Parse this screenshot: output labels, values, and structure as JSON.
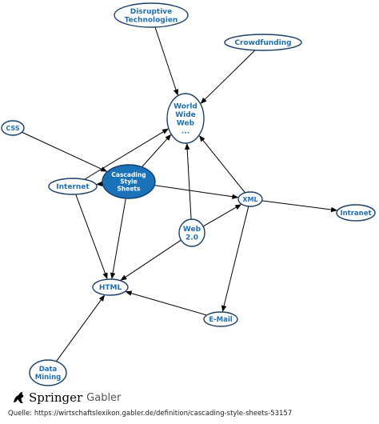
{
  "diagram": {
    "nodes": [
      {
        "id": "disruptive",
        "lines": [
          "Disruptive",
          "Technologien"
        ],
        "highlight": false
      },
      {
        "id": "crowdfunding",
        "lines": [
          "Crowdfunding"
        ],
        "highlight": false
      },
      {
        "id": "www",
        "lines": [
          "World",
          "Wide",
          "Web",
          "..."
        ],
        "highlight": false
      },
      {
        "id": "css",
        "lines": [
          "CSS"
        ],
        "highlight": false
      },
      {
        "id": "cascading",
        "lines": [
          "Cascading",
          "Style",
          "Sheets"
        ],
        "highlight": true
      },
      {
        "id": "internet",
        "lines": [
          "Internet"
        ],
        "highlight": false
      },
      {
        "id": "xml",
        "lines": [
          "XML"
        ],
        "highlight": false
      },
      {
        "id": "intranet",
        "lines": [
          "Intranet"
        ],
        "highlight": false
      },
      {
        "id": "web20",
        "lines": [
          "Web",
          "2.0"
        ],
        "highlight": false
      },
      {
        "id": "html",
        "lines": [
          "HTML"
        ],
        "highlight": false
      },
      {
        "id": "email",
        "lines": [
          "E-Mail"
        ],
        "highlight": false
      },
      {
        "id": "datamining",
        "lines": [
          "Data",
          "Mining"
        ],
        "highlight": false
      }
    ],
    "edges": [
      {
        "from": "disruptive",
        "to": "www"
      },
      {
        "from": "crowdfunding",
        "to": "www"
      },
      {
        "from": "css",
        "to": "cascading"
      },
      {
        "from": "cascading",
        "to": "www"
      },
      {
        "from": "cascading",
        "to": "internet"
      },
      {
        "from": "internet",
        "to": "www"
      },
      {
        "from": "cascading",
        "to": "xml"
      },
      {
        "from": "cascading",
        "to": "html"
      },
      {
        "from": "internet",
        "to": "html"
      },
      {
        "from": "xml",
        "to": "www"
      },
      {
        "from": "xml",
        "to": "intranet"
      },
      {
        "from": "xml",
        "to": "email"
      },
      {
        "from": "web20",
        "to": "www"
      },
      {
        "from": "web20",
        "to": "xml"
      },
      {
        "from": "web20",
        "to": "html"
      },
      {
        "from": "email",
        "to": "html"
      },
      {
        "from": "datamining",
        "to": "html"
      }
    ]
  },
  "footer": {
    "brand_name": "Springer",
    "brand_publisher": "Gabler",
    "source_label": "Quelle:",
    "source_url": "https://wirtschaftslexikon.gabler.de/definition/cascading-style-sheets-53157"
  }
}
